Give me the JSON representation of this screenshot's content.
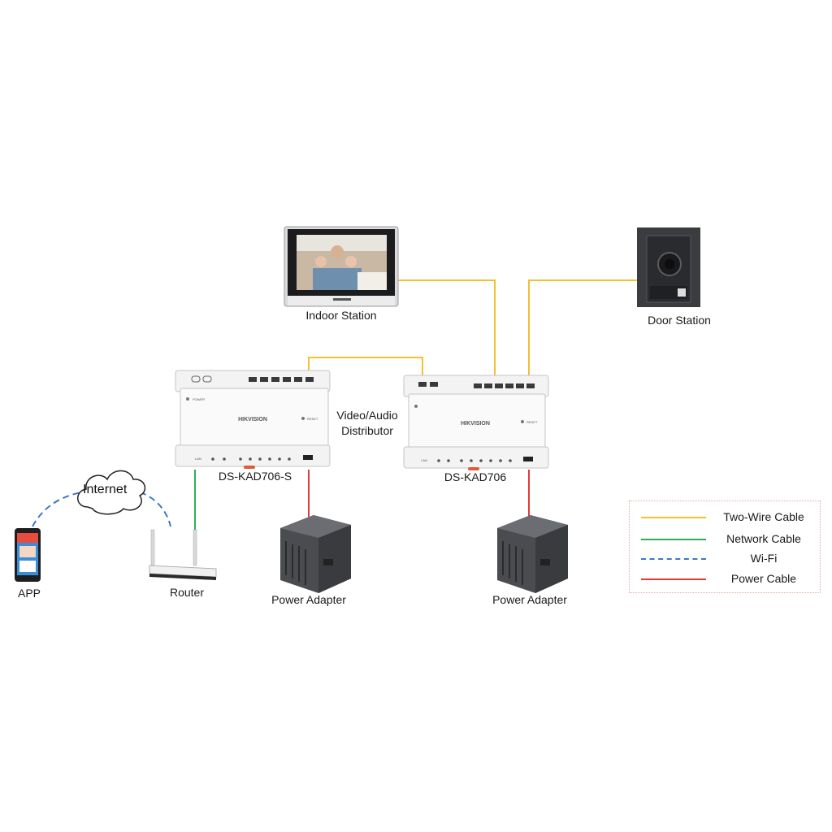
{
  "labels": {
    "indoor_station": "Indoor Station",
    "door_station": "Door Station",
    "distributor_caption_line1": "Video/Audio",
    "distributor_caption_line2": "Distributor",
    "ds_kad706_s": "DS-KAD706-S",
    "ds_kad706": "DS-KAD706",
    "internet": "Internet",
    "app": "APP",
    "router": "Router",
    "power_adapter_1": "Power Adapter",
    "power_adapter_2": "Power Adapter"
  },
  "device_markings": {
    "brand": "HIKVISION",
    "power": "POWER",
    "reset": "RESET",
    "lan": "LAN"
  },
  "legend": {
    "items": [
      {
        "label": "Two-Wire Cable",
        "color": "#f2c12e",
        "style": "solid"
      },
      {
        "label": "Network Cable",
        "color": "#2fae5a",
        "style": "solid"
      },
      {
        "label": "Wi-Fi",
        "color": "#3c78c8",
        "style": "dashed"
      },
      {
        "label": "Power Cable",
        "color": "#e03a3a",
        "style": "solid"
      }
    ]
  },
  "colors": {
    "two_wire": "#f2c12e",
    "network": "#2fae5a",
    "wifi": "#3c78c8",
    "power": "#e03a3a",
    "legend_border": "#e3a9a0"
  }
}
